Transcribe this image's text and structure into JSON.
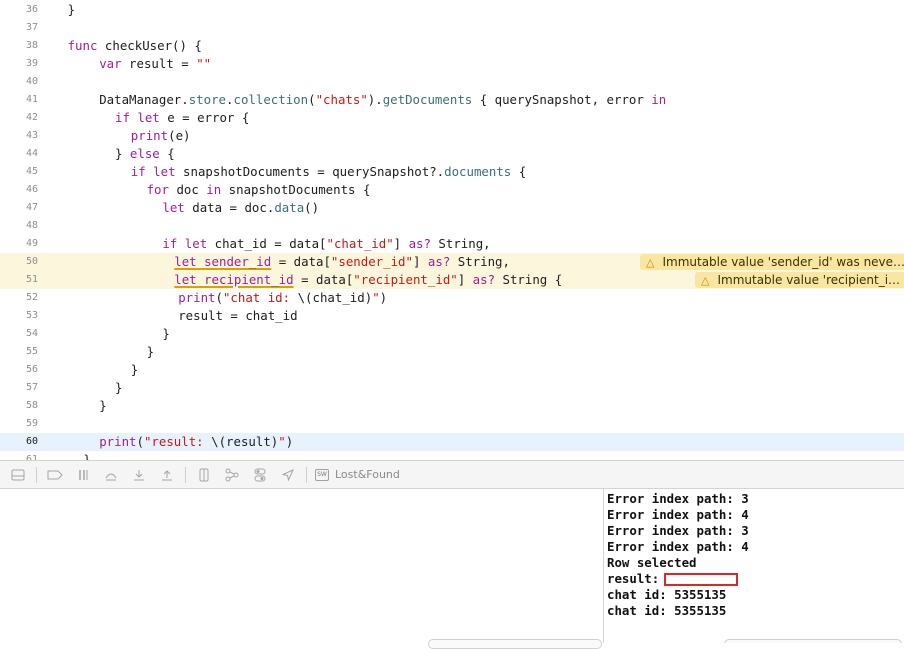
{
  "editor": {
    "lines": [
      {
        "n": "36",
        "indent": 8,
        "tokens": [
          {
            "t": "}",
            "c": "cls"
          }
        ]
      },
      {
        "n": "37",
        "indent": 0,
        "tokens": []
      },
      {
        "n": "38",
        "indent": 8,
        "tokens": [
          {
            "t": "func",
            "c": "kw"
          },
          {
            "t": " checkUser() {",
            "c": "cls"
          }
        ]
      },
      {
        "n": "39",
        "indent": 16,
        "tokens": [
          {
            "t": "var",
            "c": "kw"
          },
          {
            "t": " result = ",
            "c": "cls"
          },
          {
            "t": "\"\"",
            "c": "str"
          }
        ]
      },
      {
        "n": "40",
        "indent": 0,
        "tokens": []
      },
      {
        "n": "41",
        "indent": 16,
        "tokens": [
          {
            "t": "DataManager.",
            "c": "cls"
          },
          {
            "t": "store",
            "c": "fn"
          },
          {
            "t": ".",
            "c": "cls"
          },
          {
            "t": "collection",
            "c": "fn"
          },
          {
            "t": "(",
            "c": "cls"
          },
          {
            "t": "\"chats\"",
            "c": "str"
          },
          {
            "t": ").",
            "c": "cls"
          },
          {
            "t": "getDocuments",
            "c": "fn"
          },
          {
            "t": " { querySnapshot, error ",
            "c": "cls"
          },
          {
            "t": "in",
            "c": "kw"
          }
        ]
      },
      {
        "n": "42",
        "indent": 20,
        "tokens": [
          {
            "t": "if let",
            "c": "kw"
          },
          {
            "t": " e = error {",
            "c": "cls"
          }
        ]
      },
      {
        "n": "43",
        "indent": 24,
        "tokens": [
          {
            "t": "print",
            "c": "kw"
          },
          {
            "t": "(e)",
            "c": "cls"
          }
        ]
      },
      {
        "n": "44",
        "indent": 20,
        "tokens": [
          {
            "t": "} ",
            "c": "cls"
          },
          {
            "t": "else",
            "c": "kw"
          },
          {
            "t": " {",
            "c": "cls"
          }
        ]
      },
      {
        "n": "45",
        "indent": 24,
        "tokens": [
          {
            "t": "if let",
            "c": "kw"
          },
          {
            "t": " snapshotDocuments = querySnapshot?.",
            "c": "cls"
          },
          {
            "t": "documents",
            "c": "fn"
          },
          {
            "t": " {",
            "c": "cls"
          }
        ]
      },
      {
        "n": "46",
        "indent": 28,
        "tokens": [
          {
            "t": "for",
            "c": "kw"
          },
          {
            "t": " doc ",
            "c": "cls"
          },
          {
            "t": "in",
            "c": "kw"
          },
          {
            "t": " snapshotDocuments {",
            "c": "cls"
          }
        ]
      },
      {
        "n": "47",
        "indent": 32,
        "tokens": [
          {
            "t": "let",
            "c": "kw"
          },
          {
            "t": " data = doc.",
            "c": "cls"
          },
          {
            "t": "data",
            "c": "fn"
          },
          {
            "t": "()",
            "c": "cls"
          }
        ]
      },
      {
        "n": "48",
        "indent": 0,
        "tokens": []
      },
      {
        "n": "49",
        "indent": 32,
        "tokens": [
          {
            "t": "if let",
            "c": "kw"
          },
          {
            "t": " chat_id = data[",
            "c": "cls"
          },
          {
            "t": "\"chat_id\"",
            "c": "str"
          },
          {
            "t": "] ",
            "c": "cls"
          },
          {
            "t": "as?",
            "c": "kw"
          },
          {
            "t": " String,",
            "c": "cls"
          }
        ]
      },
      {
        "n": "50",
        "indent": 35,
        "warn": true,
        "warning": "Immutable value 'sender_id' was neve…",
        "warnLeft": 640,
        "tokens": [
          {
            "t": "let sender_id",
            "c": "kw ul"
          },
          {
            "t": " = data[",
            "c": "cls"
          },
          {
            "t": "\"sender_id\"",
            "c": "str"
          },
          {
            "t": "] ",
            "c": "cls"
          },
          {
            "t": "as?",
            "c": "kw"
          },
          {
            "t": " String,",
            "c": "cls"
          }
        ]
      },
      {
        "n": "51",
        "indent": 35,
        "warn": true,
        "warning": "Immutable value 'recipient_i…",
        "warnLeft": 695,
        "tokens": [
          {
            "t": "let recipient_id",
            "c": "kw ul"
          },
          {
            "t": " = data[",
            "c": "cls"
          },
          {
            "t": "\"recipient_id\"",
            "c": "str"
          },
          {
            "t": "] ",
            "c": "cls"
          },
          {
            "t": "as?",
            "c": "kw"
          },
          {
            "t": " String {",
            "c": "cls"
          }
        ]
      },
      {
        "n": "52",
        "indent": 36,
        "tokens": [
          {
            "t": "print",
            "c": "kw"
          },
          {
            "t": "(",
            "c": "cls"
          },
          {
            "t": "\"chat id: ",
            "c": "str"
          },
          {
            "t": "\\(chat_id)",
            "c": "cls"
          },
          {
            "t": "\"",
            "c": "str"
          },
          {
            "t": ")",
            "c": "cls"
          }
        ]
      },
      {
        "n": "53",
        "indent": 36,
        "tokens": [
          {
            "t": "result = chat_id",
            "c": "cls"
          }
        ]
      },
      {
        "n": "54",
        "indent": 32,
        "tokens": [
          {
            "t": "}",
            "c": "cls"
          }
        ]
      },
      {
        "n": "55",
        "indent": 28,
        "tokens": [
          {
            "t": "}",
            "c": "cls"
          }
        ]
      },
      {
        "n": "56",
        "indent": 24,
        "tokens": [
          {
            "t": "}",
            "c": "cls"
          }
        ]
      },
      {
        "n": "57",
        "indent": 20,
        "tokens": [
          {
            "t": "}",
            "c": "cls"
          }
        ]
      },
      {
        "n": "58",
        "indent": 16,
        "tokens": [
          {
            "t": "}",
            "c": "cls"
          }
        ]
      },
      {
        "n": "59",
        "indent": 0,
        "tokens": []
      },
      {
        "n": "60",
        "indent": 16,
        "current": true,
        "tokens": [
          {
            "t": "print",
            "c": "kw"
          },
          {
            "t": "(",
            "c": "cls"
          },
          {
            "t": "\"result: ",
            "c": "str"
          },
          {
            "t": "\\(result)",
            "c": "cls"
          },
          {
            "t": "\"",
            "c": "str"
          },
          {
            "t": ")",
            "c": "cls"
          }
        ]
      },
      {
        "n": "61",
        "indent": 12,
        "tokens": [
          {
            "t": "}",
            "c": "cls"
          }
        ]
      }
    ]
  },
  "debug_bar": {
    "lost_found_label": "Lost&Found",
    "lost_found_badge": "SW"
  },
  "console": {
    "lines": [
      "Error index path: 3",
      "Error index path: 4",
      "Error index path: 3",
      "Error index path: 4",
      "Row selected",
      "result:",
      "chat id: 5355135",
      "chat id: 5355135"
    ]
  },
  "colors": {
    "keyword": "#9b2393",
    "string": "#c41a16",
    "property": "#3f6e74",
    "warning_bg": "#f9e6a1",
    "current_line_bg": "#e8f2fd",
    "highlight_box": "#d42a2a"
  }
}
